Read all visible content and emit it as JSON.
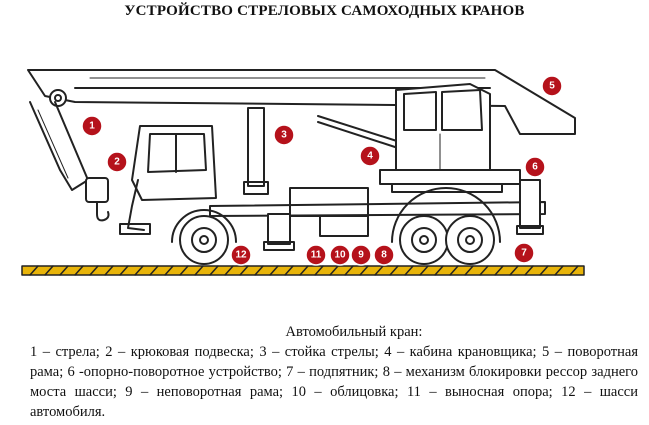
{
  "title": "УСТРОЙСТВО СТРЕЛОВЫХ САМОХОДНЫХ КРАНОВ",
  "markers": [
    "1",
    "2",
    "3",
    "4",
    "5",
    "6",
    "7",
    "8",
    "9",
    "10",
    "11",
    "12"
  ],
  "caption": {
    "title": "Автомобильный кран:",
    "body": "1 – стрела; 2 – крюковая подвеска; 3 – стойка стрелы; 4 – кабина крановщика; 5 – поворотная рама; 6 -опорно-поворотное устройство; 7 – подпятник; 8 – механизм блокировки рессор заднего моста шасси; 9 – неповоротная рама; 10 – облицовка; 11 – выносная опора; 12 – шасси автомобиля."
  },
  "colors": {
    "marker": "#b5121b",
    "ground": "#e8b40a",
    "line": "#222222"
  }
}
